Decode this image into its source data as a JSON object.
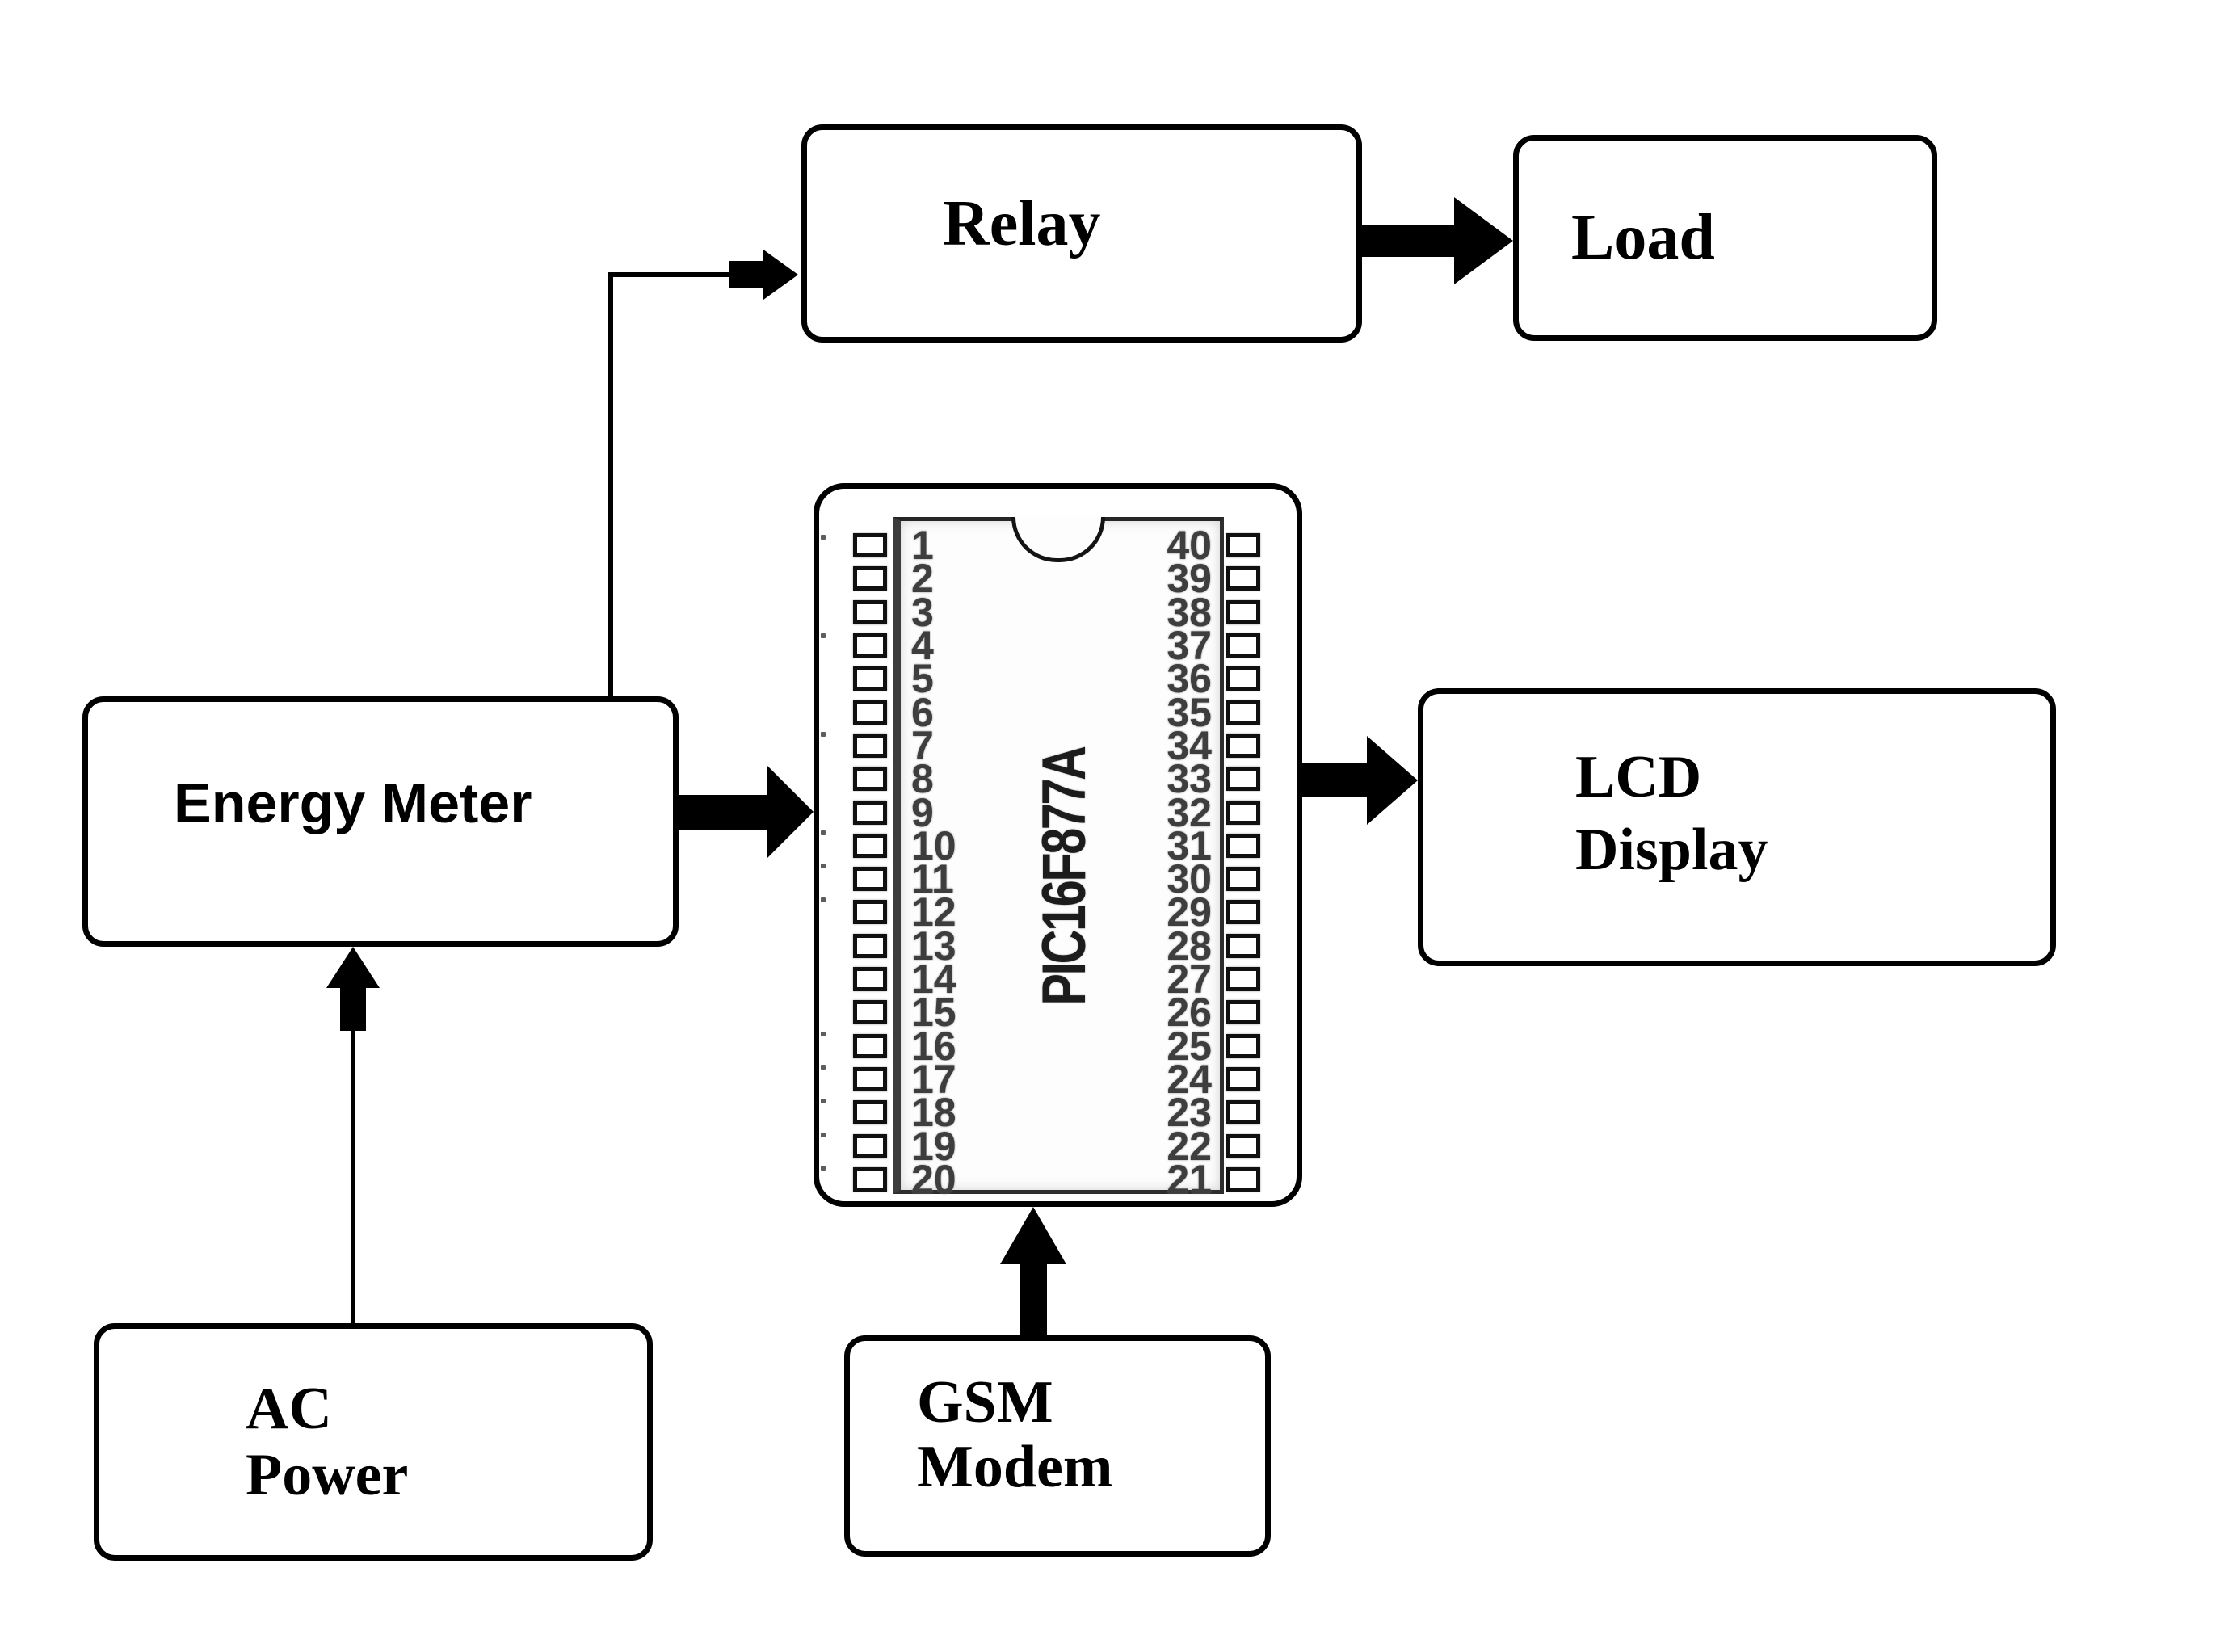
{
  "blocks": {
    "relay": {
      "label": "Relay"
    },
    "load": {
      "label": "Load"
    },
    "energy_meter": {
      "label": "Energy Meter"
    },
    "lcd_display": {
      "lines": [
        "LCD",
        "Display"
      ]
    },
    "ac_power": {
      "lines": [
        "AC",
        "Power"
      ]
    },
    "gsm_modem": {
      "lines": [
        "GSM",
        "Modem"
      ]
    }
  },
  "microcontroller": {
    "part_number": "PIC16F877A",
    "pin_count": 40,
    "left_pins": [
      "1",
      "2",
      "3",
      "4",
      "5",
      "6",
      "7",
      "8",
      "9",
      "10",
      "11",
      "12",
      "13",
      "14",
      "15",
      "16",
      "17",
      "18",
      "19",
      "20"
    ],
    "right_pins": [
      "40",
      "39",
      "38",
      "37",
      "36",
      "35",
      "34",
      "33",
      "32",
      "31",
      "30",
      "29",
      "28",
      "27",
      "26",
      "25",
      "24",
      "23",
      "22",
      "21"
    ],
    "scan_dots_y": [
      662,
      784,
      906,
      1028,
      1069,
      1111,
      1277,
      1318,
      1360,
      1402,
      1443
    ]
  },
  "connections": [
    {
      "from": "Energy Meter",
      "to": "Relay",
      "style": "elbow-thick-arrow"
    },
    {
      "from": "Relay",
      "to": "Load",
      "style": "thick-arrow"
    },
    {
      "from": "Energy Meter",
      "to": "PIC16F877A",
      "style": "thick-arrow"
    },
    {
      "from": "PIC16F877A",
      "to": "LCD Display",
      "style": "thick-arrow"
    },
    {
      "from": "AC Power",
      "to": "Energy Meter",
      "style": "line-with-arrow"
    },
    {
      "from": "GSM Modem",
      "to": "PIC16F877A",
      "style": "thick-arrow"
    }
  ],
  "colors": {
    "background": "#ffffff",
    "line": "#000000",
    "chip_number_text": "#3e3e3e",
    "chip_label_text": "#1c1c1c"
  }
}
